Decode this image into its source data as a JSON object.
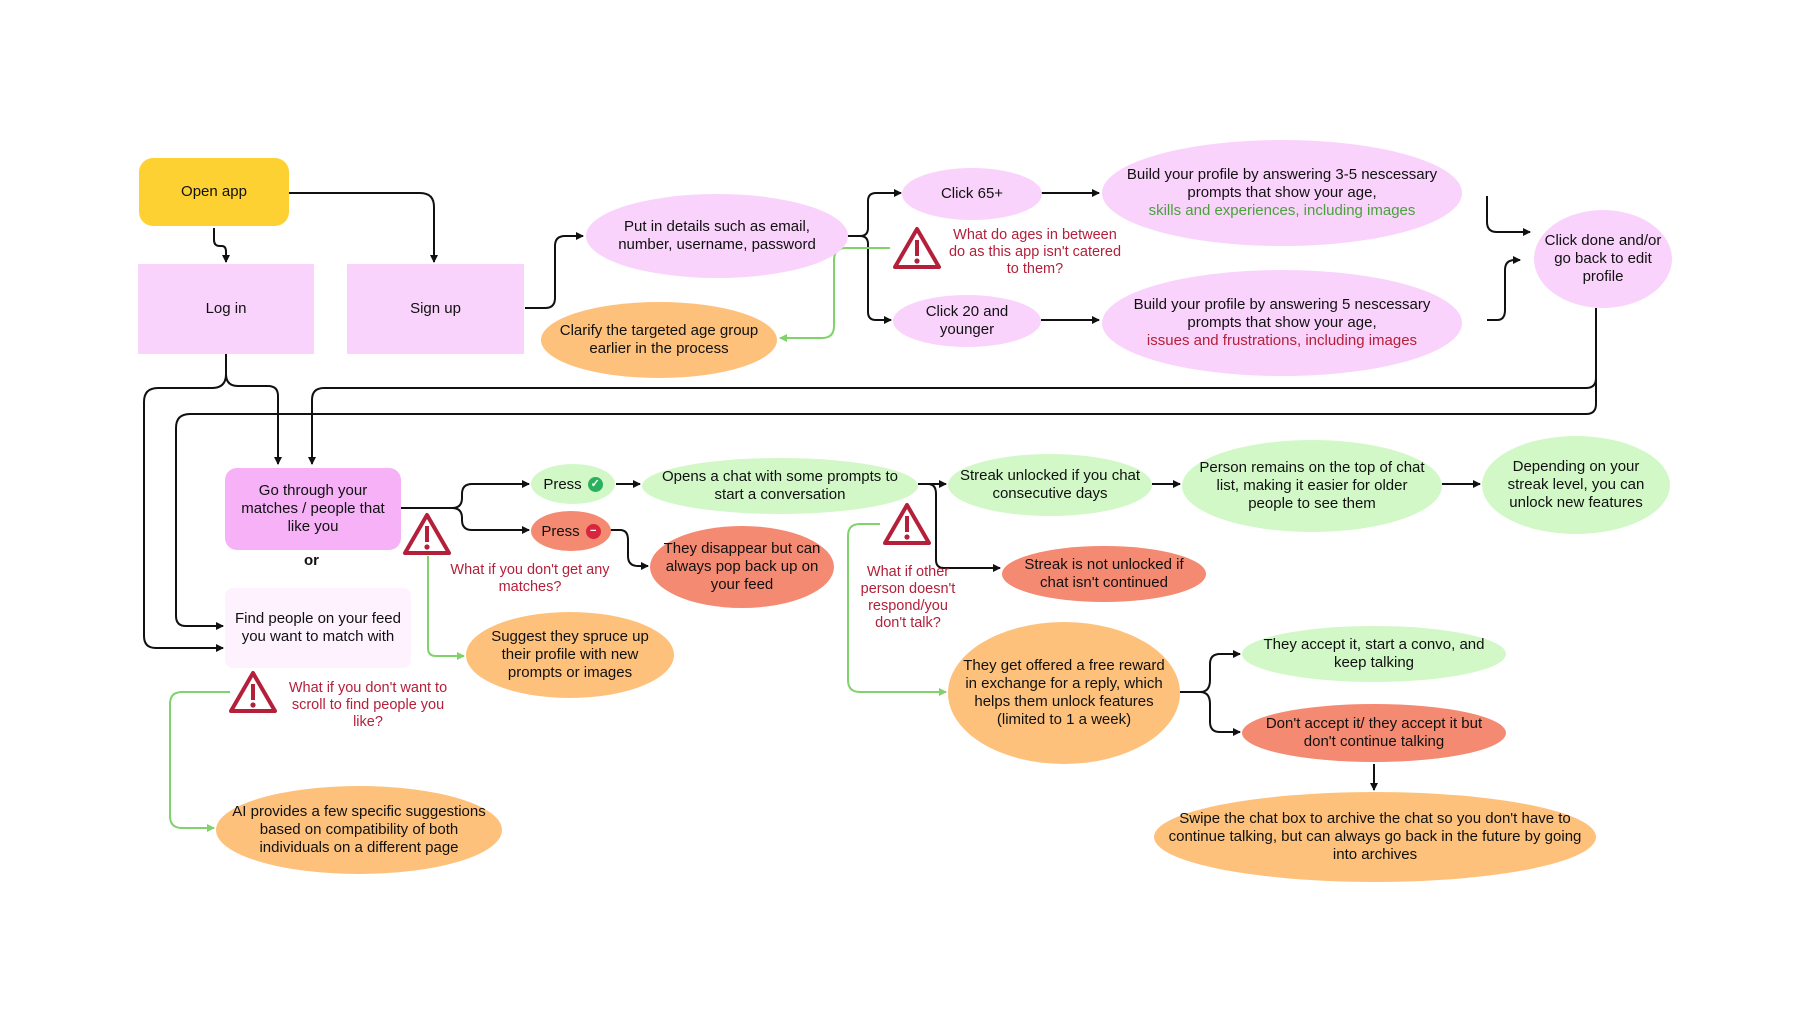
{
  "nodes": {
    "open_app": "Open app",
    "log_in": "Log in",
    "sign_up": "Sign up",
    "details": "Put in details such as email, number, username, password",
    "clarify": "Clarify the targeted age group earlier in the process",
    "click_65": "Click 65+",
    "click_20": "Click 20 and younger",
    "build_35_main": "Build your profile by answering 3-5 nescessary prompts that show your  age,",
    "build_35_hl": "skills and experiences, including images",
    "build_5_main": "Build your profile by answering 5 nescessary prompts that show your age,",
    "build_5_hl": "issues and frustrations, including images",
    "click_done": "Click done and/or go back to edit profile",
    "go_through": "Go through your matches / people that like you",
    "or_label": "or",
    "find_people": "Find people on your feed you want to match with",
    "press_yes": "Press",
    "press_no": "Press",
    "opens_chat": "Opens a chat with some prompts to start a conversation",
    "disappear": "They disappear but can always pop back up on your feed",
    "spruce": "Suggest they spruce up their profile with new prompts or images",
    "ai": "AI provides a few specific suggestions based on compatibility of both individuals on a different page",
    "streak_unlocked": "Streak unlocked if you chat consecutive days",
    "streak_not": "Streak is not unlocked if chat isn't continued",
    "top_list": "Person remains on the top of chat list, making it easier for older people to see them",
    "depending": "Depending on your streak level, you can unlock new features",
    "free_reward": "They get offered a free reward  in exchange for a reply, which helps them unlock features (limited to 1 a week)",
    "accept": "They accept it, start a convo, and keep talking",
    "dont_accept": "Don't accept it/ they accept it but don't continue talking",
    "swipe": "Swipe the chat box to archive the chat so you don't have to continue talking, but can always go back in the future by going into archives"
  },
  "questions": {
    "ages": "What do ages in between do as this app isn't catered to them?",
    "no_matches": "What if you don't get any matches?",
    "no_scroll": "What if you don't want to scroll to find people you like?",
    "no_respond": "What if other person doesn't respond/you don't talk?"
  },
  "icons": {
    "warning": "warning-triangle-icon",
    "check": "check-circle-icon",
    "minus": "minus-circle-icon"
  },
  "colors": {
    "start": "#fdd132",
    "auth": "#f9d3fb",
    "positive": "#d2f8c8",
    "suggestion": "#fdc17b",
    "negative": "#f58a72",
    "question": "#b4203a",
    "connector": "#111111",
    "feedback_connector": "#7fd36a"
  }
}
